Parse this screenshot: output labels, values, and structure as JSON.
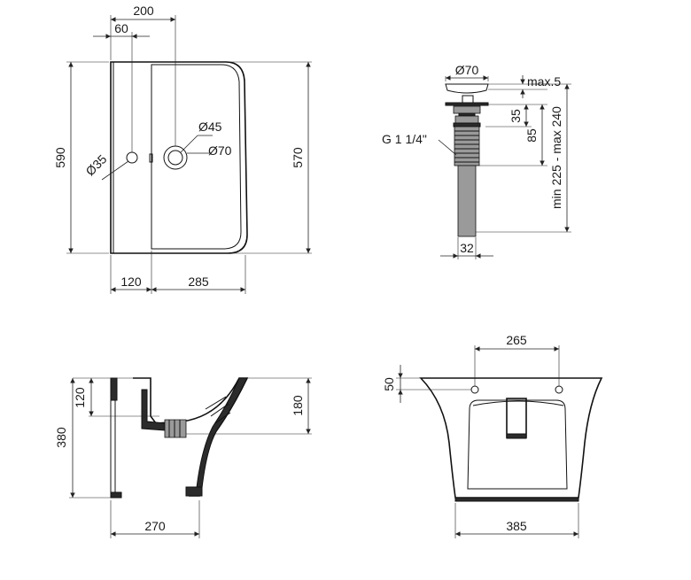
{
  "top_view": {
    "dims": {
      "width_200": "200",
      "offset_60": "60",
      "height_590": "590",
      "height_570": "570",
      "dia_35": "Ø35",
      "dia_45": "Ø45",
      "dia_70": "Ø70",
      "w_120": "120",
      "w_285": "285"
    }
  },
  "drain": {
    "dims": {
      "dia_70": "Ø70",
      "max5": "max.5",
      "h35": "35",
      "h85": "85",
      "range": "min 225 - max 240",
      "thread": "G 1 1/4\"",
      "w32": "32"
    }
  },
  "side_view": {
    "dims": {
      "h120": "120",
      "h380": "380",
      "h180": "180",
      "w270": "270"
    }
  },
  "front_view": {
    "dims": {
      "w265": "265",
      "h50": "50",
      "w385": "385"
    }
  }
}
